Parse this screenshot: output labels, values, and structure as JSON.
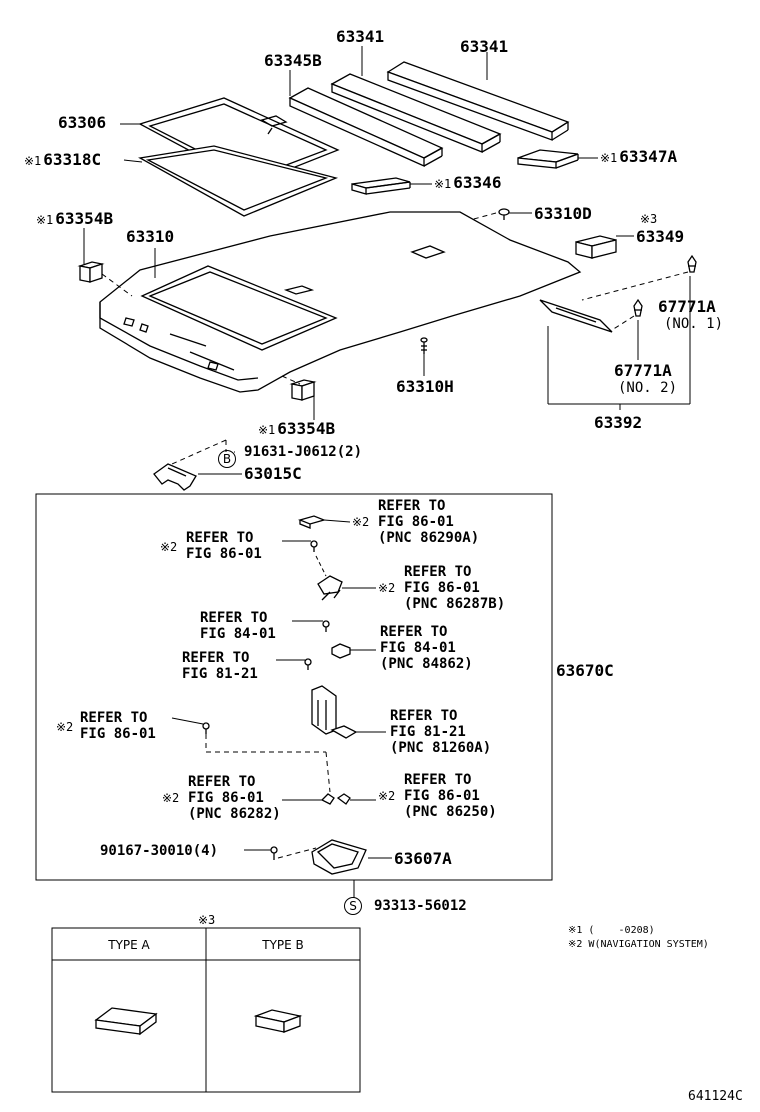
{
  "marks": {
    "m1": "※1",
    "m2": "※2",
    "m3": "※3"
  },
  "parts": {
    "p63341a": "63341",
    "p63341b": "63341",
    "p63345b": "63345B",
    "p63306": "63306",
    "p63318c": "63318C",
    "p63347a": "63347A",
    "p63346": "63346",
    "p63310d": "63310D",
    "p63354b_top": "63354B",
    "p63310": "63310",
    "p63349": "63349",
    "p67771a_1": "67771A",
    "p67771a_1_sub": "(NO. 1)",
    "p67771a_2": "67771A",
    "p67771a_2_sub": "(NO. 2)",
    "p63310h": "63310H",
    "p63392": "63392",
    "p63354b_bot": "63354B",
    "p91631": "91631-J0612(2)",
    "p63015c": "63015C",
    "p63670c": "63670C",
    "p90167": "90167-30010(4)",
    "p63607a": "63607A",
    "p93313": "93313-56012"
  },
  "circles": {
    "b": "B",
    "s": "S"
  },
  "refs": {
    "r1": {
      "l1": "REFER TO",
      "l2": "FIG 86-01",
      "l3": "(PNC 86290A)"
    },
    "r2": {
      "l1": "REFER TO",
      "l2": "FIG 86-01"
    },
    "r3": {
      "l1": "REFER TO",
      "l2": "FIG 86-01",
      "l3": "(PNC 86287B)"
    },
    "r4": {
      "l1": "REFER TO",
      "l2": "FIG 84-01"
    },
    "r5": {
      "l1": "REFER TO",
      "l2": "FIG 84-01",
      "l3": "(PNC 84862)"
    },
    "r6": {
      "l1": "REFER TO",
      "l2": "FIG 81-21"
    },
    "r7": {
      "l1": "REFER TO",
      "l2": "FIG 81-21",
      "l3": "(PNC 81260A)"
    },
    "r8": {
      "l1": "REFER TO",
      "l2": "FIG 86-01"
    },
    "r9": {
      "l1": "REFER TO",
      "l2": "FIG 86-01",
      "l3": "(PNC 86282)"
    },
    "r10": {
      "l1": "REFER TO",
      "l2": "FIG 86-01",
      "l3": "(PNC 86250)"
    }
  },
  "notes": {
    "n1": "※1 (    -0208)",
    "n2": "※2 W(NAVIGATION SYSTEM)"
  },
  "type_table": {
    "mark": "※3",
    "col_a": "TYPE A",
    "col_b": "TYPE B"
  },
  "figure_code": "641124C"
}
